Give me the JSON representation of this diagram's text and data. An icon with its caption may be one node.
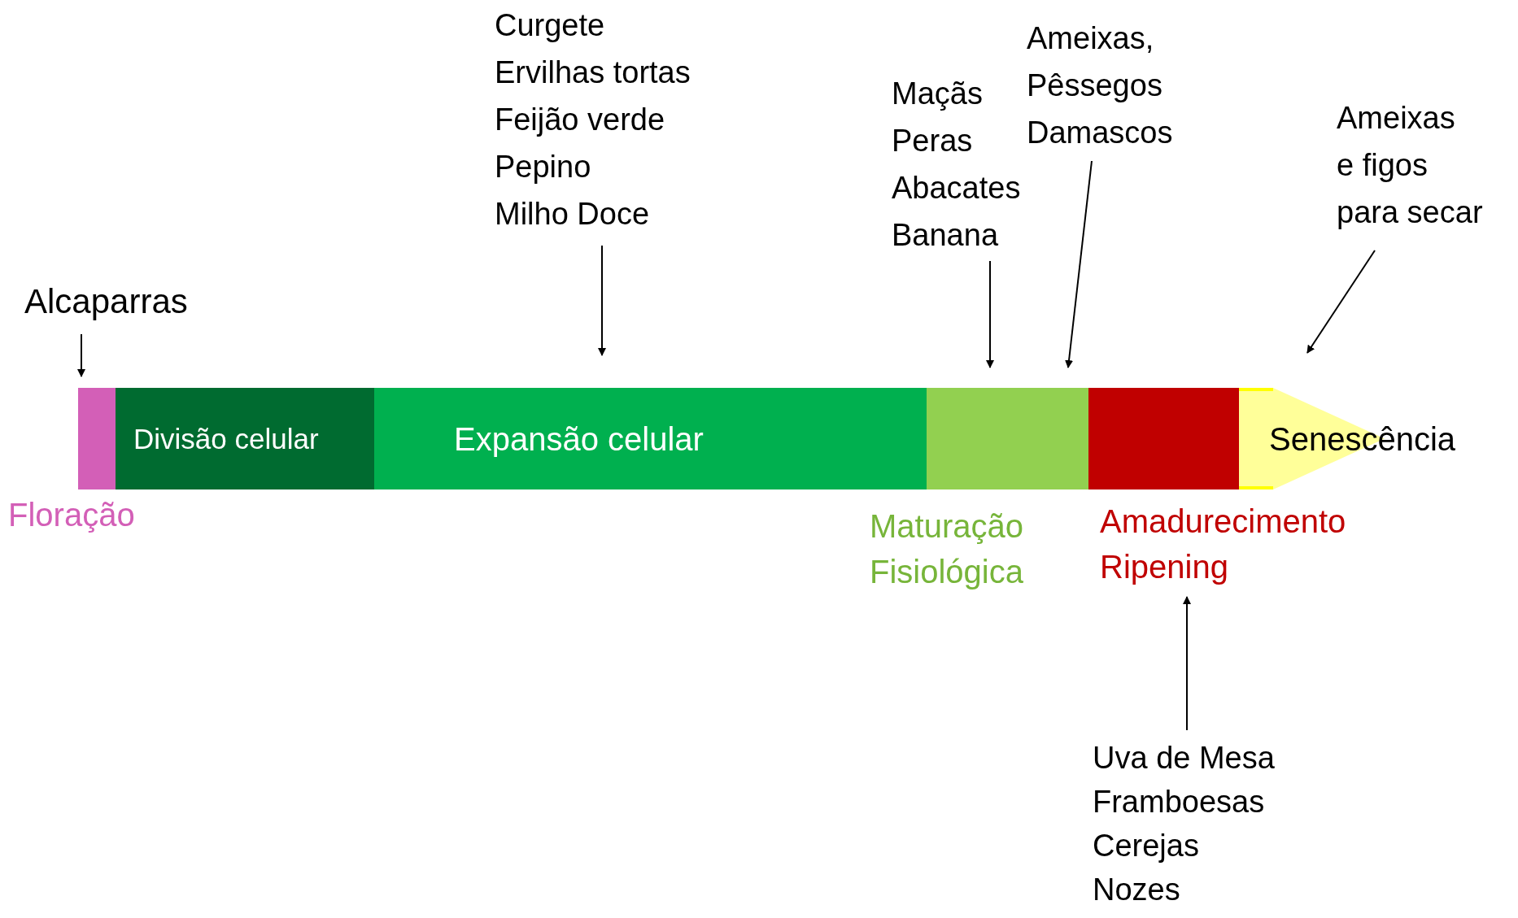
{
  "diagram": {
    "nodes": [
      {
        "text": [],
        "shape": "bar",
        "beside": [
          "Floração"
        ]
      },
      {
        "text": [
          "Divisão celular"
        ]
      },
      {
        "text": [
          "Expansão celular"
        ]
      },
      {
        "text": [],
        "shape": "bar",
        "beside": [
          "Maturação Fisiológica"
        ]
      },
      {
        "text": [],
        "shape": "bar",
        "beside": [
          "Amadurecimento",
          "Ripening"
        ]
      },
      {
        "text": [
          "Senescência"
        ]
      },
      {
        "text": [
          "Alcaparras"
        ]
      },
      {
        "text": [
          "Curgete",
          "Ervilhas tortas",
          "Feijão verde",
          "Pepino",
          "Milho Doce"
        ]
      },
      {
        "text": [
          "Maçãs",
          "Peras",
          "Abacates",
          "Banana"
        ]
      },
      {
        "text": [
          "Ameixas,",
          "Pêssegos",
          "Damascos"
        ]
      },
      {
        "text": [
          "Ameixas",
          "e figos",
          "para secar"
        ]
      },
      {
        "text": [
          "Uva de Mesa",
          "Framboesas",
          "Cerejas",
          "Nozes"
        ]
      }
    ],
    "edges": [
      {
        "from": 6,
        "to": 0,
        "arrow": "to"
      },
      {
        "from": 7,
        "to": 2,
        "arrow": "to"
      },
      {
        "from": 8,
        "to": 3,
        "arrow": "to"
      },
      {
        "from": 9,
        "to": 3,
        "arrow": "to"
      },
      {
        "from": 10,
        "to": 5,
        "arrow": "to"
      },
      {
        "from": 11,
        "to": 4,
        "arrow": "to"
      }
    ]
  }
}
